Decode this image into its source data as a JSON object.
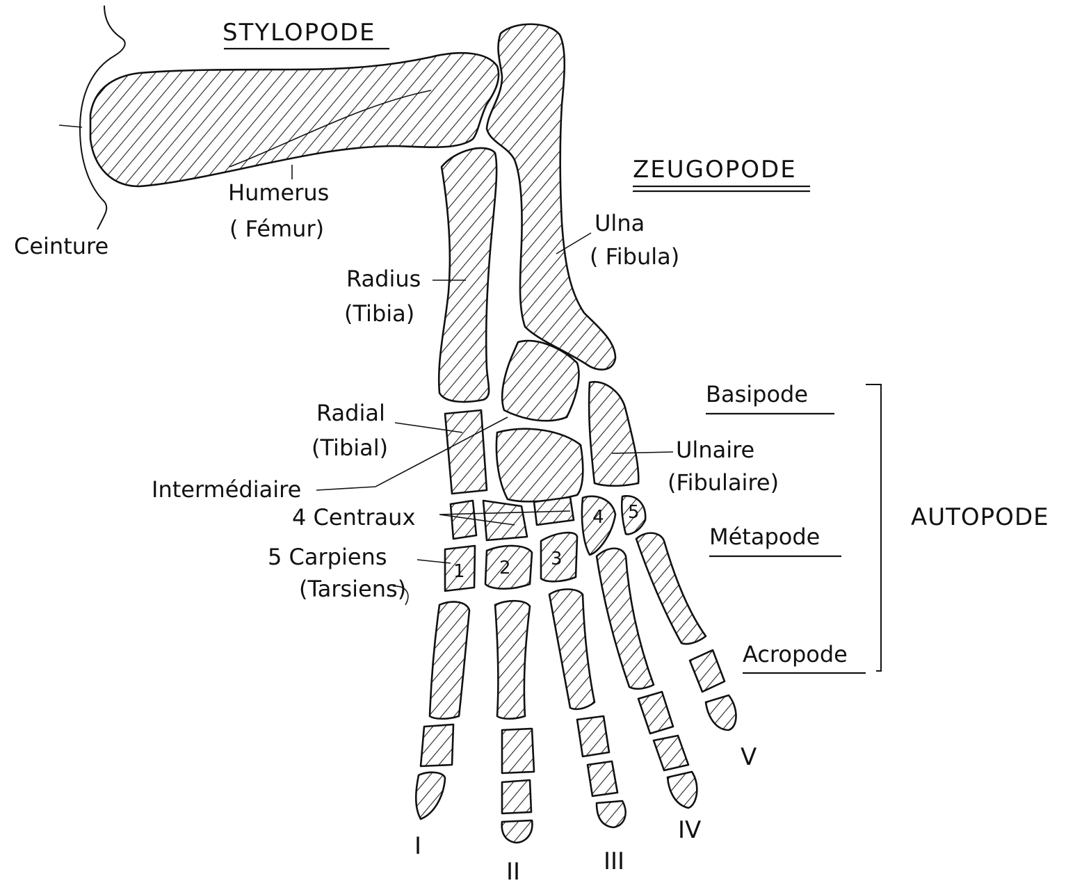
{
  "sections": {
    "stylopode": "STYLOPODE",
    "zeugopode": "ZEUGOPODE",
    "autopode": "AUTOPODE",
    "basipode": "Basipode",
    "metapode": "Métapode",
    "acropode": "Acropode"
  },
  "labels": {
    "ceinture": "Ceinture",
    "humerus": "Humerus",
    "femur": "( Fémur)",
    "ulna": "Ulna",
    "fibula": "( Fibula)",
    "radius": "Radius",
    "tibia": "(Tibia)",
    "radial": "Radial",
    "tibial": "(Tibial)",
    "ulnaire": "Ulnaire",
    "fibulaire": "(Fibulaire)",
    "intermediaire": "Intermédiaire",
    "centraux": "4 Centraux",
    "carpiens": "5 Carpiens",
    "tarsiens": "(Tarsiens)"
  },
  "carpal_numbers": [
    "1",
    "2",
    "3",
    "4",
    "5"
  ],
  "digits": [
    "I",
    "II",
    "III",
    "IV",
    "V"
  ]
}
